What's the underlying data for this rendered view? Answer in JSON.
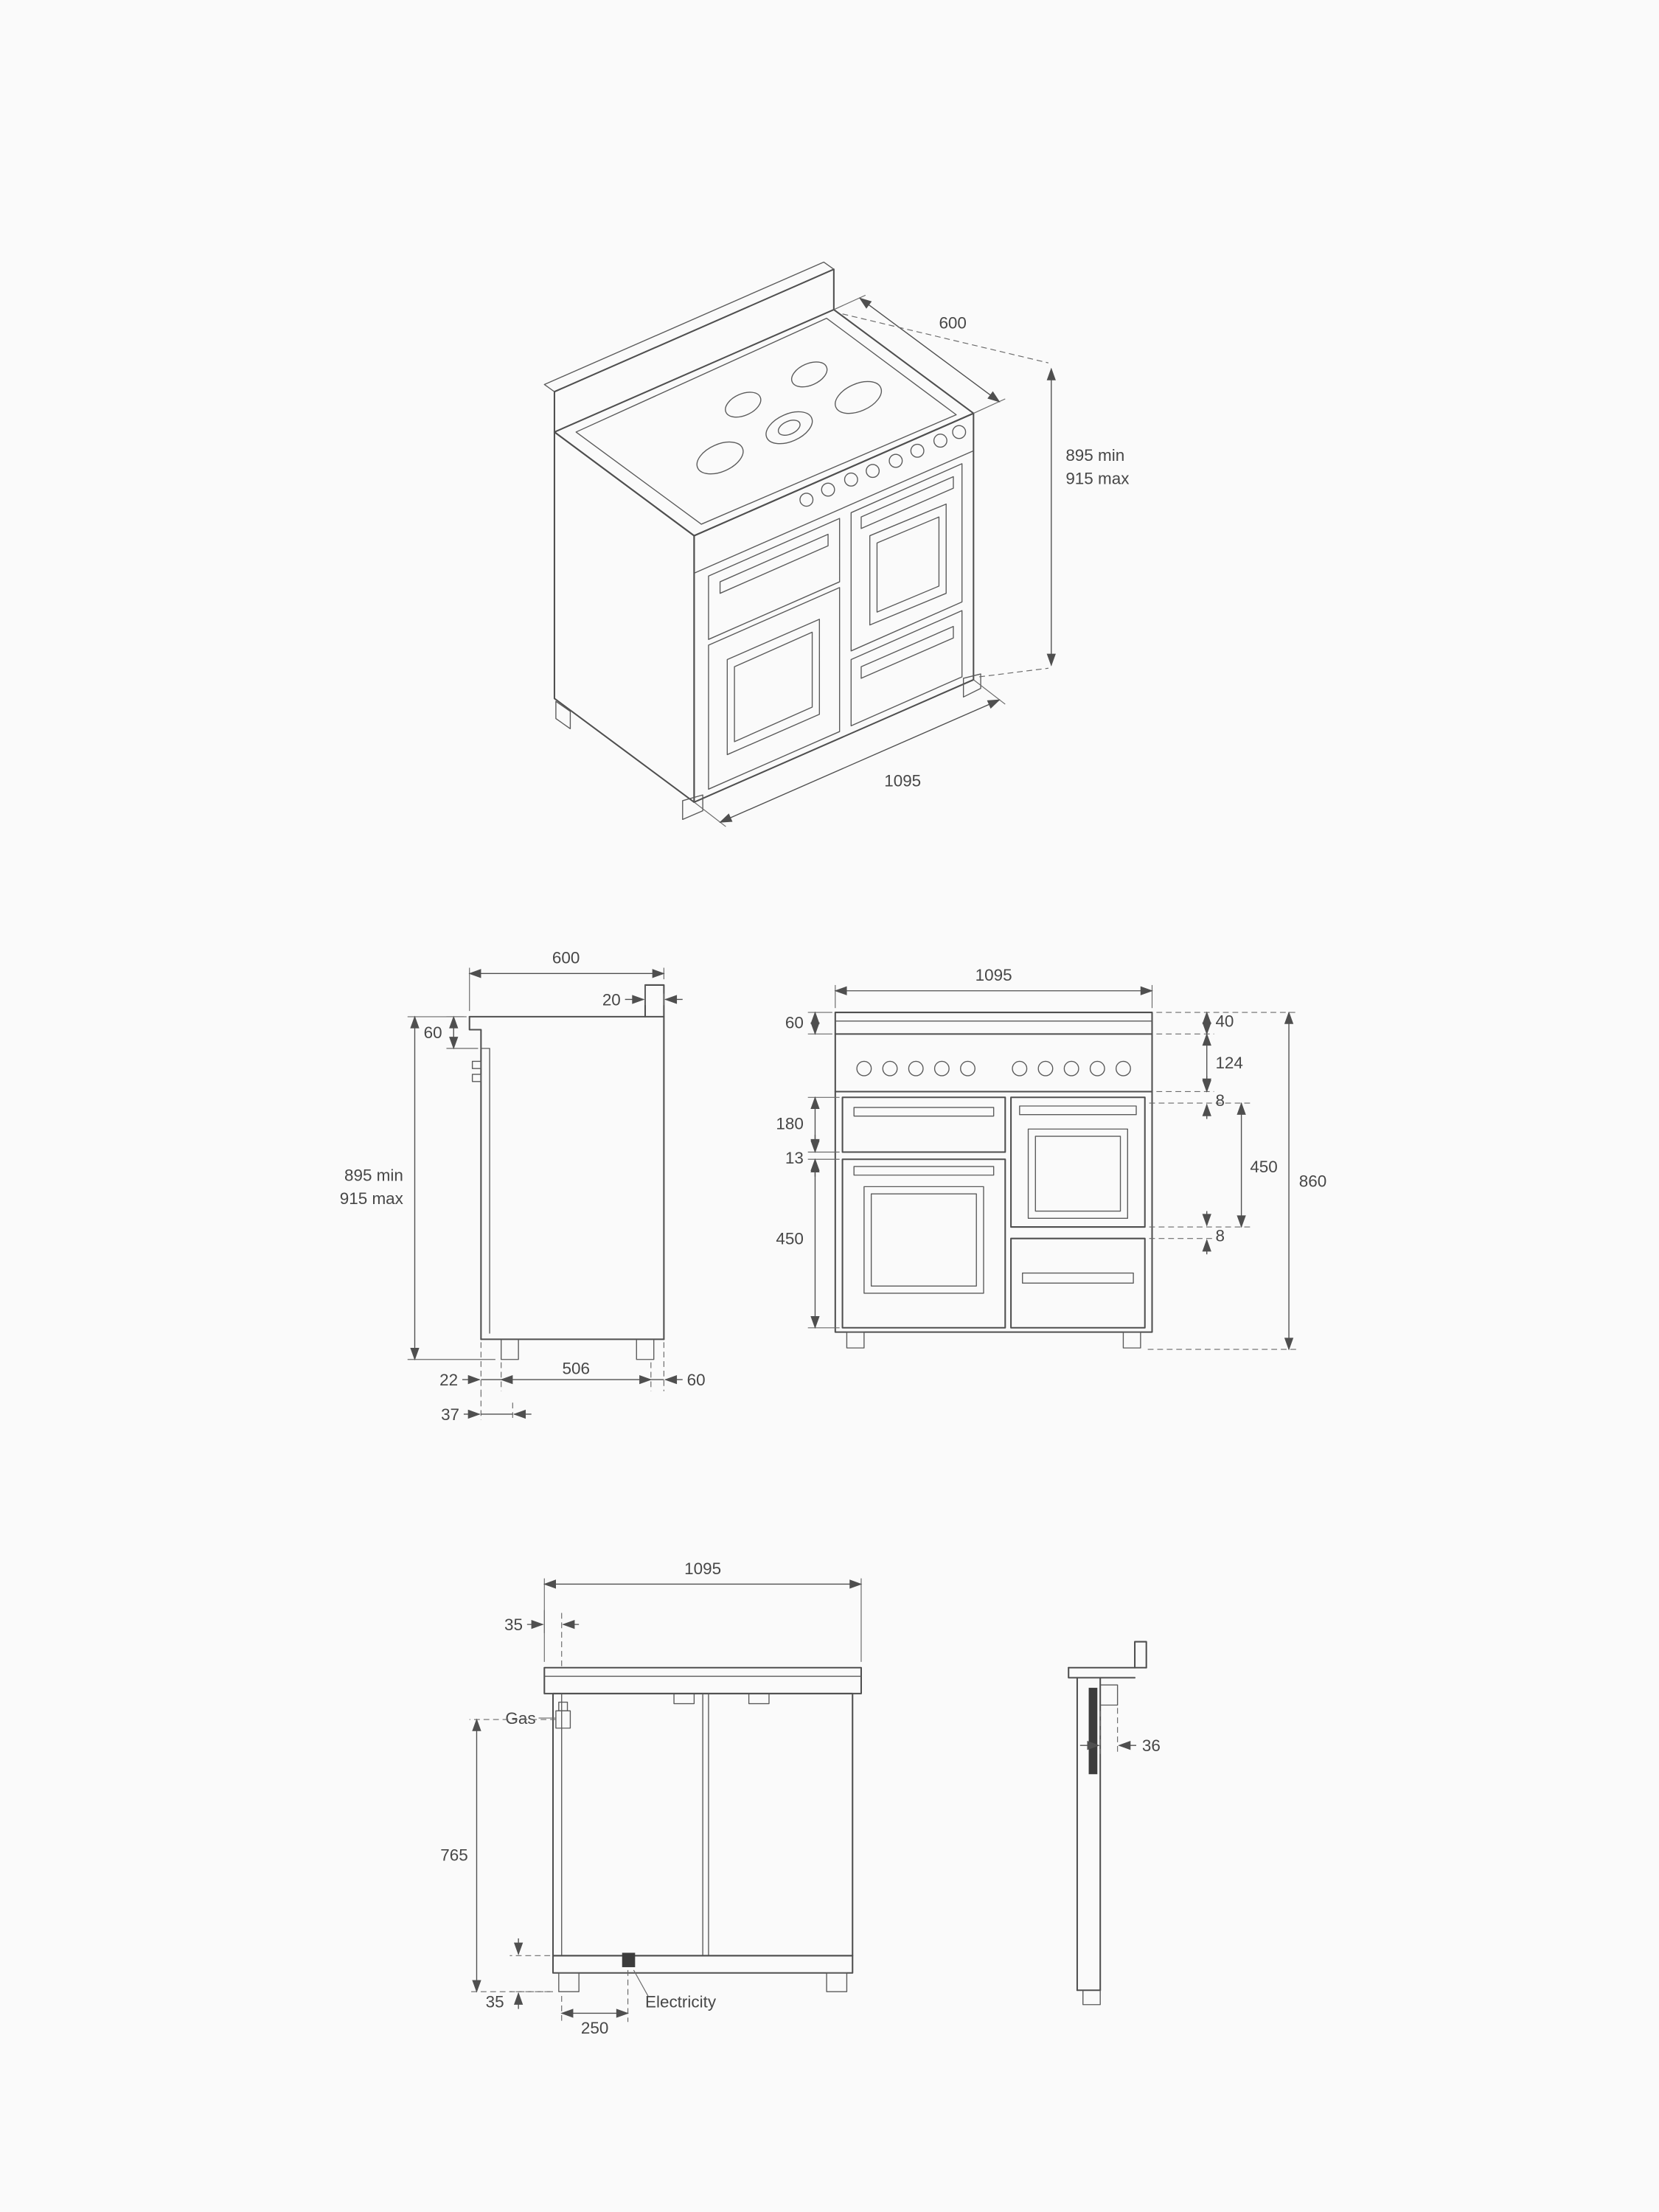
{
  "title": "Range cooker installation dimensions diagram",
  "colors": {
    "line": "#4f4f4f",
    "text": "#474747",
    "background": "#fafafa"
  },
  "views": {
    "isometric": {
      "depth": "600",
      "height_min": "895 min",
      "height_max": "915 max",
      "width": "1095"
    },
    "side": {
      "depth": "600",
      "splash_thickness": "20",
      "fascia_height": "60",
      "height_min": "895 min",
      "height_max": "915 max",
      "front_gap": "22",
      "feet_span": "506",
      "rear_gap": "60",
      "plinth": "37"
    },
    "front": {
      "width": "1095",
      "top_band": "60",
      "top_right": "40",
      "control_panel": "124",
      "gap_top": "8",
      "grill_door": "180",
      "gap_mid": "13",
      "left_oven": "450",
      "right_oven": "450",
      "gap_bottom": "8",
      "overall_height": "860"
    },
    "back": {
      "width": "1095",
      "side_inset": "35",
      "gas_label": "Gas",
      "gas_height": "765",
      "base_height": "35",
      "electricity_offset": "250",
      "electricity_label": "Electricity"
    },
    "profile": {
      "spacer": "36"
    }
  }
}
